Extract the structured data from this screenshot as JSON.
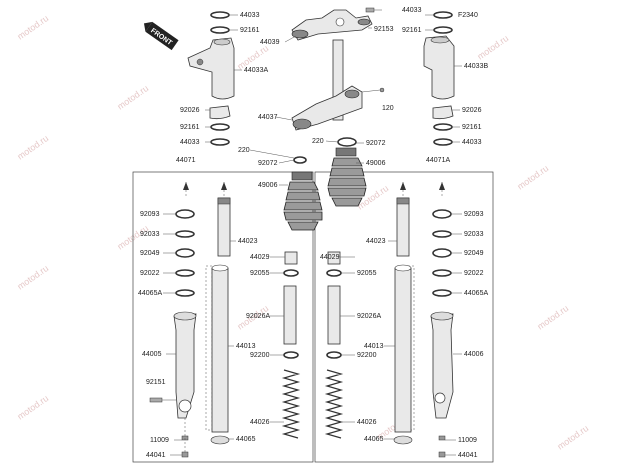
{
  "badge": "FRONT",
  "watermark": "motod.ru",
  "labels": {
    "p44033_tl": "44033",
    "p92161_tl": "92161",
    "p44033A": "44033A",
    "p92026_l": "92026",
    "p92161_l": "92161",
    "p44033_l": "44033",
    "p44071": "44071",
    "p44039": "44039",
    "p92153": "92153",
    "p44037": "44037",
    "p120": "120",
    "p220_a": "220",
    "p220_b": "220",
    "p92072_l": "92072",
    "p92072_r": "92072",
    "p49006_l": "49006",
    "p49006_r": "49006",
    "p44033_tr": "44033",
    "pF2340": "F2340",
    "p92161_tr": "92161",
    "p44033B": "44033B",
    "p92026_r": "92026",
    "p92161_r": "92161",
    "p44033_r": "44033",
    "p44071A": "44071A",
    "p92093_l": "92093",
    "p92033_l": "92033",
    "p92049_l": "92049",
    "p92022_l": "92022",
    "p44065A_l": "44065A",
    "p44005": "44005",
    "p92151": "92151",
    "p11009_l": "11009",
    "p44041_l": "44041",
    "p44023_l": "44023",
    "p44029_l": "44029",
    "p92055_l": "92055",
    "p92026A_l": "92026A",
    "p44013_l": "44013",
    "p92200_l": "92200",
    "p44026_l": "44026",
    "p44065_l": "44065",
    "p44029_r": "44029",
    "p92055_r": "92055",
    "p92026A_r": "92026A",
    "p44013_r": "44013",
    "p92200_r": "92200",
    "p44026_r": "44026",
    "p44065_r": "44065",
    "p44023_r": "44023",
    "p92093_r": "92093",
    "p92033_r": "92033",
    "p92049_r": "92049",
    "p92022_r": "92022",
    "p44065A_r": "44065A",
    "p44006": "44006",
    "p11009_r": "11009",
    "p44041_r": "44041"
  }
}
